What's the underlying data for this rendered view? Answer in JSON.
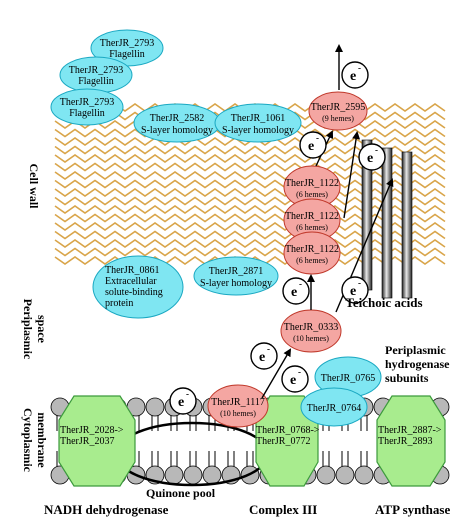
{
  "colors": {
    "cyan_fill": "#7fe6f2",
    "cyan_stroke": "#1aa8c2",
    "red_fill": "#f4a6a2",
    "red_stroke": "#c0392b",
    "green_fill": "#a8ec8e",
    "green_stroke": "#3c9a3c",
    "wall": "#d9a54a",
    "lipid_head": "#b8b8b8"
  },
  "region_labels": {
    "cell_wall": "Cell wall",
    "periplasmic": "Periplasmic",
    "space": "space",
    "cytoplasmic": "Cytoplasmic",
    "membrane": "membrane"
  },
  "bottom_labels": {
    "nadh": "NADH dehydrogenase",
    "complex3": "Complex III",
    "atp": "ATP synthase"
  },
  "other_labels": {
    "quinone_pool": "Quinone pool",
    "teichoic": "Teichoic acids",
    "peri_hydrogenase_1": "Periplasmic",
    "peri_hydrogenase_2": "hydrogenase",
    "peri_hydrogenase_3": "subunits"
  },
  "electron": {
    "symbol": "e",
    "charge": "-"
  },
  "cyan_proteins": [
    {
      "id": "flagellin-1",
      "lines": [
        "TherJR_2793",
        "Flagellin"
      ]
    },
    {
      "id": "flagellin-2",
      "lines": [
        "TherJR_2793",
        "Flagellin"
      ]
    },
    {
      "id": "flagellin-3",
      "lines": [
        "TherJR_2793",
        "Flagellin"
      ]
    },
    {
      "id": "slayer-2582",
      "lines": [
        "TherJR_2582",
        "S-layer homology"
      ]
    },
    {
      "id": "slayer-1061",
      "lines": [
        "TherJR_1061",
        "S-layer homology"
      ]
    },
    {
      "id": "solute-0861",
      "lines": [
        "TherJR_0861",
        "Extracellular",
        "solute-binding",
        "protein"
      ]
    },
    {
      "id": "slayer-2871",
      "lines": [
        "TherJR_2871",
        "S-layer homology"
      ]
    },
    {
      "id": "hydrogenase-0765",
      "lines": [
        "TherJR_0765"
      ]
    },
    {
      "id": "hydrogenase-0764",
      "lines": [
        "TherJR_0764"
      ]
    }
  ],
  "red_proteins": [
    {
      "id": "cyt-2595",
      "name": "TherJR_2595",
      "hemes": "(9 hemes)"
    },
    {
      "id": "cyt-1122-a",
      "name": "TherJR_1122",
      "hemes": "(6 hemes)"
    },
    {
      "id": "cyt-1122-b",
      "name": "TherJR_1122",
      "hemes": "(6 hemes)"
    },
    {
      "id": "cyt-1122-c",
      "name": "TherJR_1122",
      "hemes": "(6 hemes)"
    },
    {
      "id": "cyt-0333",
      "name": "TherJR_0333",
      "hemes": "(10 hemes)"
    },
    {
      "id": "cyt-1117",
      "name": "TherJR_1117",
      "hemes": "(10 hemes)"
    }
  ],
  "complexes": [
    {
      "id": "nadh-complex",
      "lines": [
        "TherJR_2028->",
        "TherJR_2037"
      ]
    },
    {
      "id": "complex-iii",
      "lines": [
        "TherJR_0768->",
        "TherJR_0772"
      ]
    },
    {
      "id": "atp-synthase-complex",
      "lines": [
        "TherJR_2887->",
        "TherJR_2893"
      ]
    }
  ]
}
